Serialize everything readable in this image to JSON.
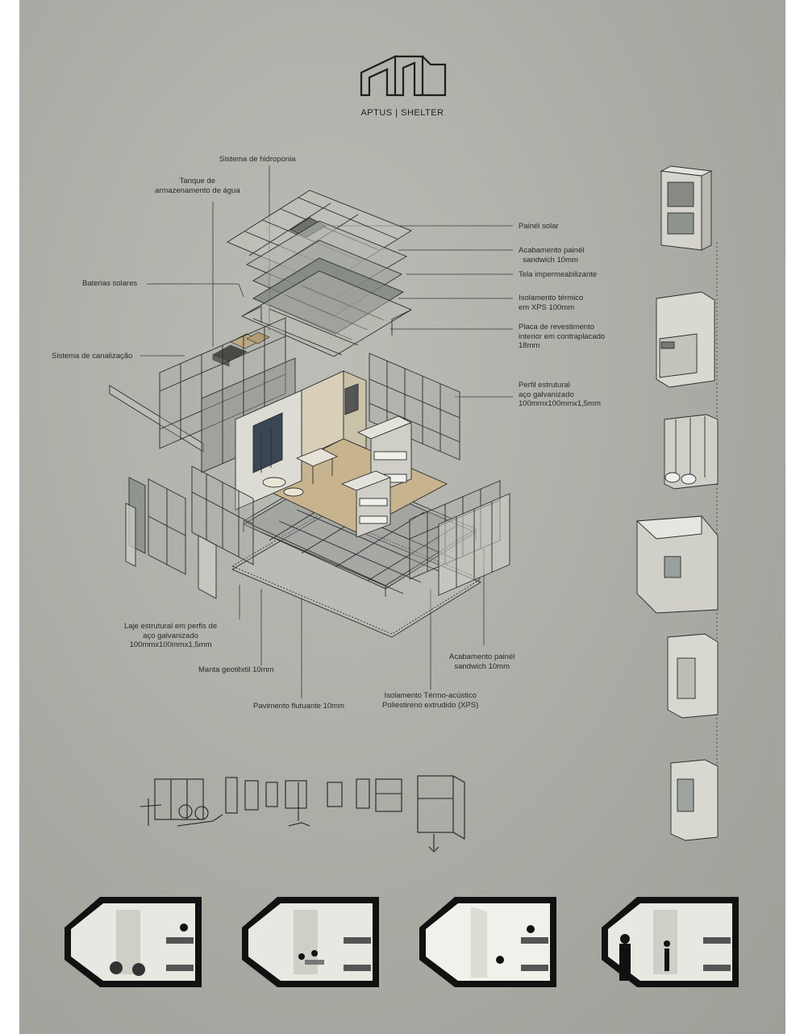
{
  "brand": {
    "name": "APTUS | SHELTER"
  },
  "labels": {
    "hidroponia": "Sistema de hidroponia",
    "tanque": "Tanque de\narmazenamento de água",
    "baterias": "Baterias solares",
    "canalizacao": "Sistema de canalização",
    "painel_solar": "Painél solar",
    "acabamento_top": "Acabamento painél\n  sandwich 10mm",
    "tela": "Tela impermeabilizante",
    "isolamento_termico": "Isolamento térmico\nem XPS 100mm",
    "placa": "Placa de revestimento\ninterior em contraplacado\n18mm",
    "perfil": "Perfil estrutural\naço galvanizado\n100mmx100mmx1,5mm",
    "laje": "Laje estrutural em perfis de\naço galvanizado\n100mmx100mmx1,5mm",
    "manta": "Manta geotêxtil 10mm",
    "pavimento": "Pavimento flutuante 10mm",
    "isolamento_xps": "Isolamento Térmo-acústico\nPoliestireno extrudido (XPS)",
    "acabamento_bottom": "Acabamento painél\nsandwich 10mm"
  },
  "colors": {
    "background": "#a9aba4",
    "line": "#2b2b2b",
    "dark_panel": "#6f7570",
    "light_panel": "#c9c6b8",
    "wood": "#c7b48f"
  }
}
